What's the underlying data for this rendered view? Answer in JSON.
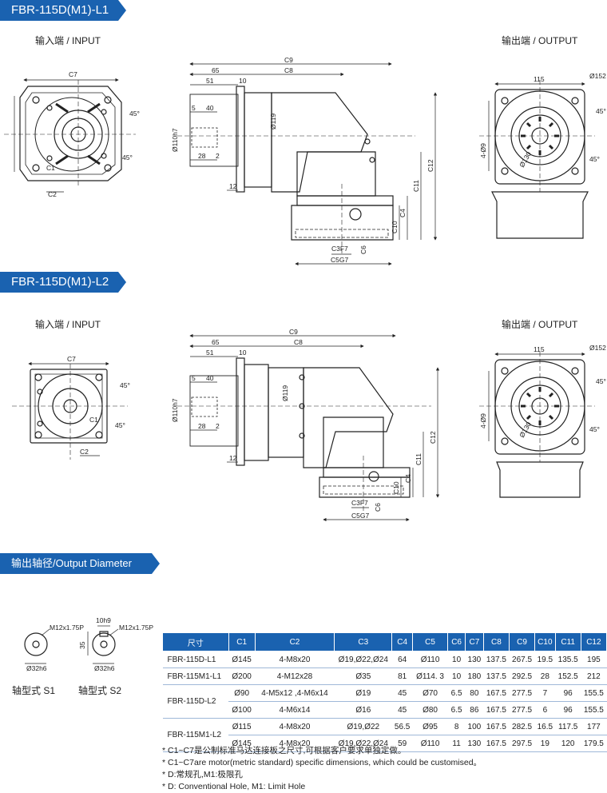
{
  "sections": {
    "l1_title": "FBR-115D(M1)-L1",
    "l2_title": "FBR-115D(M1)-L2",
    "output_title": "输出轴径/Output Diameter"
  },
  "views": {
    "input_label": "输入端 / INPUT",
    "output_label": "输出端 / OUTPUT"
  },
  "dims": {
    "c9": "C9",
    "c8": "C8",
    "c12": "C12",
    "c11": "C11",
    "c4": "C4",
    "c10": "C10",
    "c3": "C3F7",
    "c6": "C6",
    "c5": "C5G7",
    "c7": "C7",
    "c1": "C1",
    "c2": "C2",
    "d65": "65",
    "d51": "51",
    "d10": "10",
    "d40": "40",
    "d5": "5",
    "d28": "28",
    "d2": "2",
    "d12": "12",
    "d110": "Ø110h7",
    "d119": "Ø119",
    "d115": "115",
    "d152": "Ø152",
    "d130": "Ø130",
    "d4x9": "4-Ø9",
    "a45": "45°"
  },
  "shafts": {
    "s1_label": "轴型式 S1",
    "s2_label": "轴型式 S2",
    "thread": "M12x1.75P",
    "key": "10h9",
    "len": "35",
    "dia": "Ø32h6"
  },
  "table": {
    "headers": [
      "尺寸",
      "C1",
      "C2",
      "C3",
      "C4",
      "C5",
      "C6",
      "C7",
      "C8",
      "C9",
      "C10",
      "C11",
      "C12"
    ],
    "rows": [
      {
        "model": "FBR-115D-L1",
        "c1": "Ø145",
        "c2": "4-M8x20",
        "c3": "Ø19,Ø22,Ø24",
        "c4": "64",
        "c5": "Ø110",
        "c6": "10",
        "c7": "130",
        "c8": "137.5",
        "c9": "267.5",
        "c10": "19.5",
        "c11": "135.5",
        "c12": "195"
      },
      {
        "model": "FBR-115M1-L1",
        "c1": "Ø200",
        "c2": "4-M12x28",
        "c3": "Ø35",
        "c4": "81",
        "c5": "Ø114. 3",
        "c6": "10",
        "c7": "180",
        "c8": "137.5",
        "c9": "292.5",
        "c10": "28",
        "c11": "152.5",
        "c12": "212"
      },
      {
        "model": "FBR-115D-L2",
        "c1": "Ø90",
        "c2": "4-M5x12 ,4-M6x14",
        "c3": "Ø19",
        "c4": "45",
        "c5": "Ø70",
        "c6": "6.5",
        "c7": "80",
        "c8": "167.5",
        "c9": "277.5",
        "c10": "7",
        "c11": "96",
        "c12": "155.5"
      },
      {
        "model": "",
        "c1": "Ø100",
        "c2": "4-M6x14",
        "c3": "Ø16",
        "c4": "45",
        "c5": "Ø80",
        "c6": "6.5",
        "c7": "86",
        "c8": "167.5",
        "c9": "277.5",
        "c10": "6",
        "c11": "96",
        "c12": "155.5"
      },
      {
        "model": "FBR-115M1-L2",
        "c1": "Ø115",
        "c2": "4-M8x20",
        "c3": "Ø19,Ø22",
        "c4": "56.5",
        "c5": "Ø95",
        "c6": "8",
        "c7": "100",
        "c8": "167.5",
        "c9": "282.5",
        "c10": "16.5",
        "c11": "117.5",
        "c12": "177"
      },
      {
        "model": "",
        "c1": "Ø145",
        "c2": "4-M8x20",
        "c3": "Ø19,Ø22,Ø24",
        "c4": "59",
        "c5": "Ø110",
        "c6": "11",
        "c7": "130",
        "c8": "167.5",
        "c9": "297.5",
        "c10": "19",
        "c11": "120",
        "c12": "179.5"
      }
    ]
  },
  "notes": [
    "* C1~C7是公制标准马达连接板之尺寸,可根据客户要求单独定做。",
    "* C1~C7are motor(metric standard)  specific dimensions, which could be customised。",
    "* D:常规孔,M1:极限孔",
    "* D: Conventional Hole, M1: Limit Hole"
  ]
}
